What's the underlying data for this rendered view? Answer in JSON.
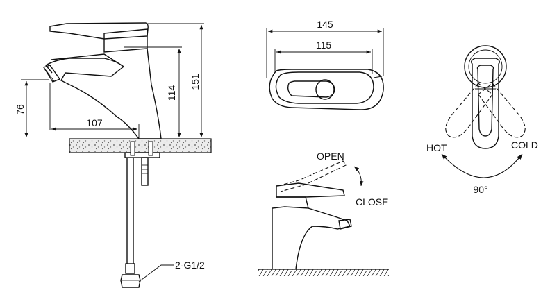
{
  "colors": {
    "line": "#111111",
    "background": "#ffffff",
    "granite": "#e6e6e6"
  },
  "side_view": {
    "dims": {
      "height_total": "151",
      "height_spout": "114",
      "height_outlet": "76",
      "reach": "107"
    },
    "inlet_label": "2-G1/2"
  },
  "top_view": {
    "dims": {
      "overall_length": "145",
      "inner_length": "115"
    }
  },
  "operation_view": {
    "open_label": "OPEN",
    "close_label": "CLOSE"
  },
  "rotation_view": {
    "hot_label": "HOT",
    "cold_label": "COLD",
    "angle_label": "90°"
  }
}
